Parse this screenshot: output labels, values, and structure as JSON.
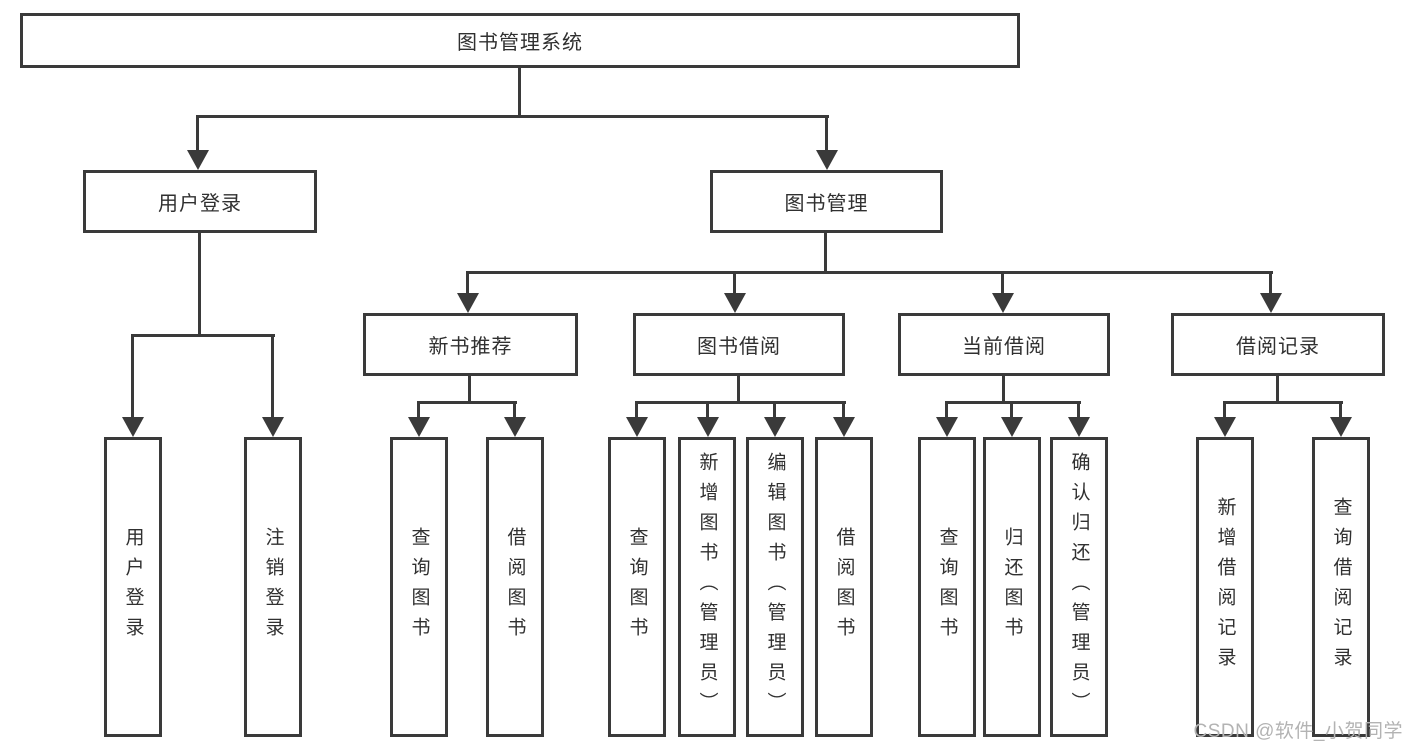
{
  "tree": {
    "root": {
      "label": "图书管理系统"
    },
    "branches": [
      {
        "label": "用户登录",
        "leaves": [
          {
            "label": "用户登录"
          },
          {
            "label": "注销登录"
          }
        ]
      },
      {
        "label": "图书管理",
        "groups": [
          {
            "label": "新书推荐",
            "leaves": [
              {
                "label": "查询图书"
              },
              {
                "label": "借阅图书"
              }
            ]
          },
          {
            "label": "图书借阅",
            "leaves": [
              {
                "label": "查询图书"
              },
              {
                "label": "新增图书（管理员）"
              },
              {
                "label": "编辑图书（管理员）"
              },
              {
                "label": "借阅图书"
              }
            ]
          },
          {
            "label": "当前借阅",
            "leaves": [
              {
                "label": "查询图书"
              },
              {
                "label": "归还图书"
              },
              {
                "label": "确认归还（管理员）"
              }
            ]
          },
          {
            "label": "借阅记录",
            "leaves": [
              {
                "label": "新增借阅记录"
              },
              {
                "label": "查询借阅记录"
              }
            ]
          }
        ]
      }
    ]
  },
  "watermark": {
    "text": "CSDN @软件_小贺同学"
  },
  "colors": {
    "line": "#3a3a3a",
    "box_border": "#3a3a3a",
    "background": "#ffffff",
    "watermark": "#b3b3b3"
  }
}
